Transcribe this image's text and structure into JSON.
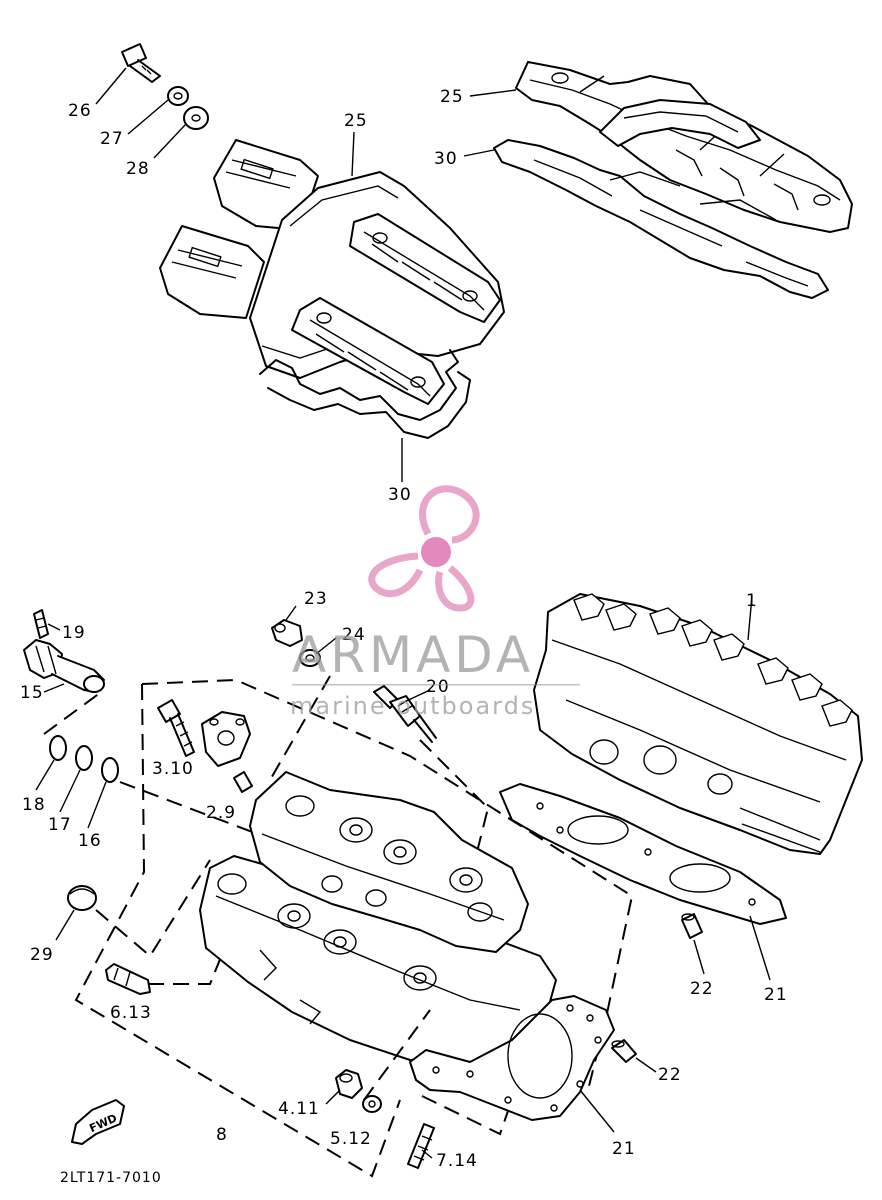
{
  "callouts": {
    "c26": "26",
    "c27": "27",
    "c28": "28",
    "c25a": "25",
    "c25b": "25",
    "c30a": "30",
    "c30b": "30",
    "c23": "23",
    "c24": "24",
    "c19": "19",
    "c15": "15",
    "c20": "20",
    "c1": "1",
    "c310": "3.10",
    "c18": "18",
    "c17": "17",
    "c16": "16",
    "c29": "29",
    "c29b": "2.9",
    "c613": "6.13",
    "c8": "8",
    "c411": "4.11",
    "c512": "5.12",
    "c714": "7.14",
    "c22a": "22",
    "c22b": "22",
    "c21a": "21",
    "c21b": "21"
  },
  "diagram_code": "2LT171-7010",
  "forward_marker": "FWD",
  "watermark": {
    "brand": "ARMADA",
    "tagline": "marine outboards",
    "logo_color": "#e9a6cb",
    "logo_hub_color": "#e489bd"
  }
}
